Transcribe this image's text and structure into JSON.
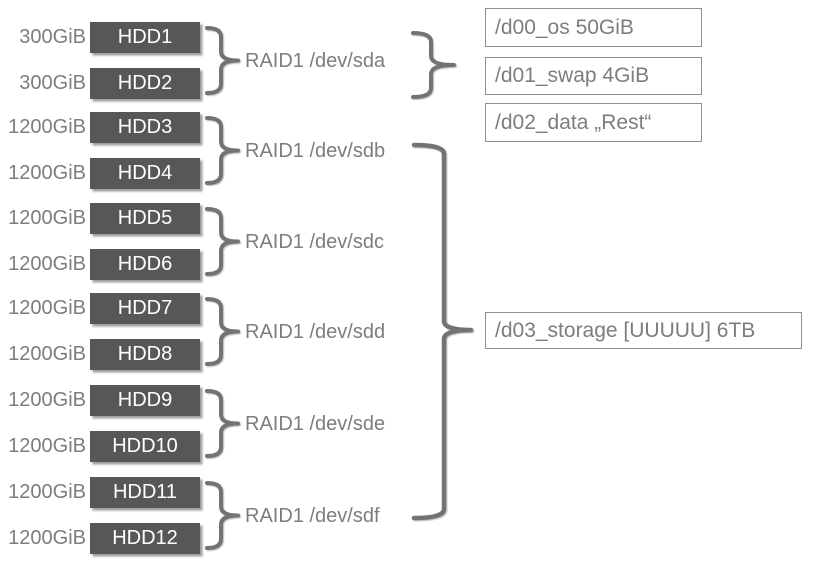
{
  "diagram": {
    "kind": "raid-storage-layout"
  },
  "disks": [
    {
      "label": "HDD1",
      "size": "300GiB"
    },
    {
      "label": "HDD2",
      "size": "300GiB"
    },
    {
      "label": "HDD3",
      "size": "1200GiB"
    },
    {
      "label": "HDD4",
      "size": "1200GiB"
    },
    {
      "label": "HDD5",
      "size": "1200GiB"
    },
    {
      "label": "HDD6",
      "size": "1200GiB"
    },
    {
      "label": "HDD7",
      "size": "1200GiB"
    },
    {
      "label": "HDD8",
      "size": "1200GiB"
    },
    {
      "label": "HDD9",
      "size": "1200GiB"
    },
    {
      "label": "HDD10",
      "size": "1200GiB"
    },
    {
      "label": "HDD11",
      "size": "1200GiB"
    },
    {
      "label": "HDD12",
      "size": "1200GiB"
    }
  ],
  "raid_groups": [
    {
      "label": "RAID1 /dev/sda",
      "disks": [
        "HDD1",
        "HDD2"
      ]
    },
    {
      "label": "RAID1 /dev/sdb",
      "disks": [
        "HDD3",
        "HDD4"
      ]
    },
    {
      "label": "RAID1 /dev/sdc",
      "disks": [
        "HDD5",
        "HDD6"
      ]
    },
    {
      "label": "RAID1 /dev/sdd",
      "disks": [
        "HDD7",
        "HDD8"
      ]
    },
    {
      "label": "RAID1 /dev/sde",
      "disks": [
        "HDD9",
        "HDD10"
      ]
    },
    {
      "label": "RAID1 /dev/sdf",
      "disks": [
        "HDD11",
        "HDD12"
      ]
    }
  ],
  "partitions": [
    {
      "label": "/d00_os 50GiB"
    },
    {
      "label": "/d01_swap 4GiB"
    },
    {
      "label": "/d02_data „Rest“"
    },
    {
      "label": "/d03_storage [UUUUU] 6TB"
    }
  ],
  "connections": {
    "sda_brace_targets": [
      "/d00_os 50GiB",
      "/d01_swap 4GiB"
    ],
    "storage_brace_sources": [
      "RAID1 /dev/sdb",
      "RAID1 /dev/sdc",
      "RAID1 /dev/sdd",
      "RAID1 /dev/sde",
      "RAID1 /dev/sdf"
    ],
    "storage_brace_target": "/d03_storage [UUUUU] 6TB"
  },
  "colors": {
    "hdd_box_fill": "#575757",
    "hdd_box_text": "#ffffff",
    "muted_text": "#7d7d7d",
    "brace": "#737373",
    "partition_border": "#8f8f8f"
  }
}
